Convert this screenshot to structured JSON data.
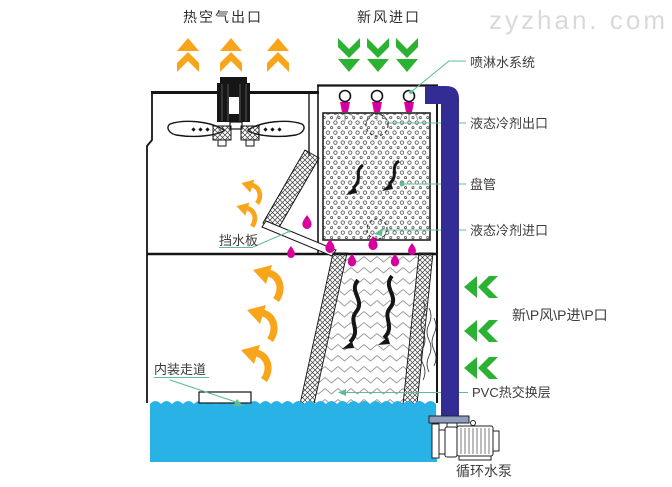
{
  "watermark": "zyzhan. com",
  "labels": {
    "hot_air_outlet": "热空气出口",
    "fresh_air_inlet_top": "新风进口",
    "spray_water_system": "喷淋水系统",
    "liquid_refrigerant_outlet": "液态冷剂出口",
    "coil": "盘管",
    "liquid_refrigerant_inlet": "液态冷剂进口",
    "fresh_air_inlet_side": "新\\P风\\P进\\P口",
    "pvc_heat_exchange_layer": "PVC热交换层",
    "circulating_water_pump": "循环水泵",
    "water_baffle": "挡水板",
    "internal_walkway": "内装走道"
  },
  "colors": {
    "orange_arrow": "#F9A51B",
    "green_arrow": "#2BB232",
    "pipe": "#322C94",
    "water": "#29B2E5",
    "magenta": "#D8009C",
    "leader": "#5FBD93",
    "watermark": "#D9D9D9"
  }
}
